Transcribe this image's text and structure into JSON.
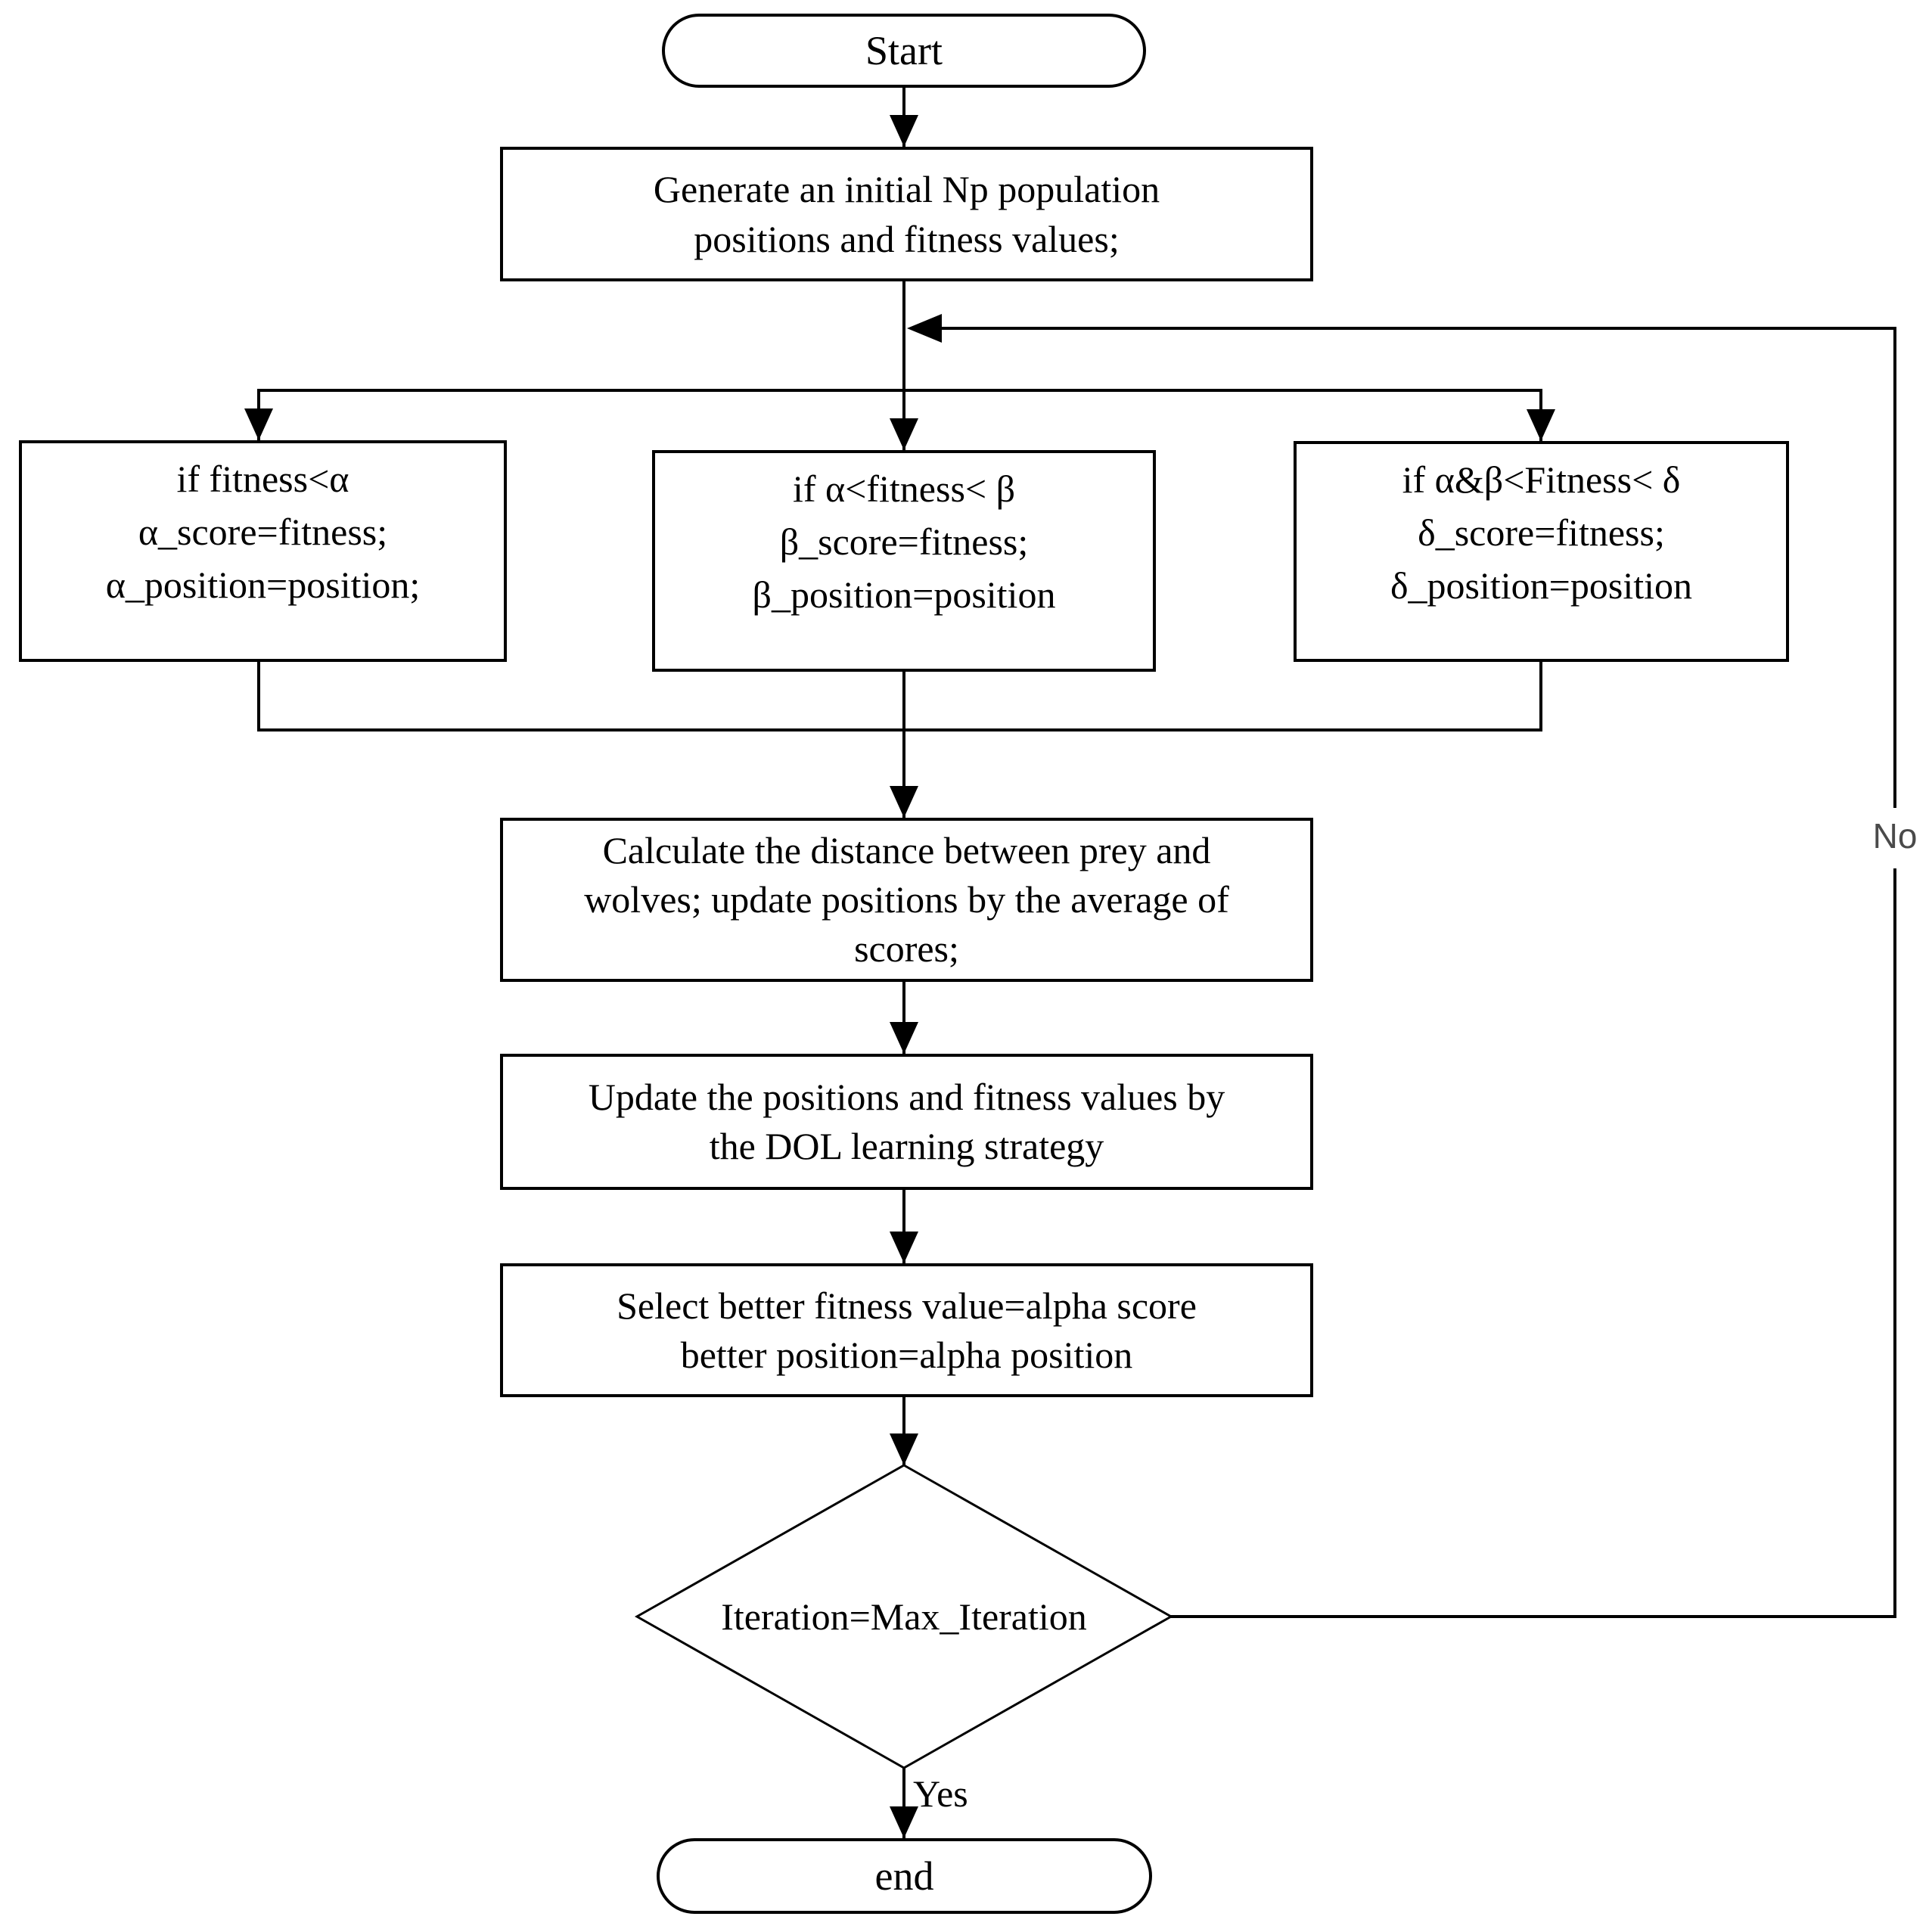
{
  "nodes": {
    "start": "Start",
    "generate": "Generate an initial Np population\npositions and fitness values;",
    "alpha_update": "if fitness<α\nα_score=fitness;\nα_position=position;",
    "beta_update": "if α<fitness< β\nβ_score=fitness;\nβ_position=position",
    "delta_update": "if α&β<Fitness< δ\nδ_score=fitness;\nδ_position=position",
    "calculate": "Calculate the distance between prey and\nwolves; update positions by the average of\nscores;",
    "dol_update": "Update the positions and fitness values by\nthe DOL learning strategy",
    "select_best": "Select better fitness value=alpha score\nbetter position=alpha position",
    "decision": "Iteration=Max_Iteration",
    "end": "end"
  },
  "edge_labels": {
    "yes": "Yes",
    "no": "No"
  },
  "colors": {
    "line": "#000000",
    "background": "#ffffff",
    "text": "#000000",
    "no_label": "#4a4a4a"
  }
}
